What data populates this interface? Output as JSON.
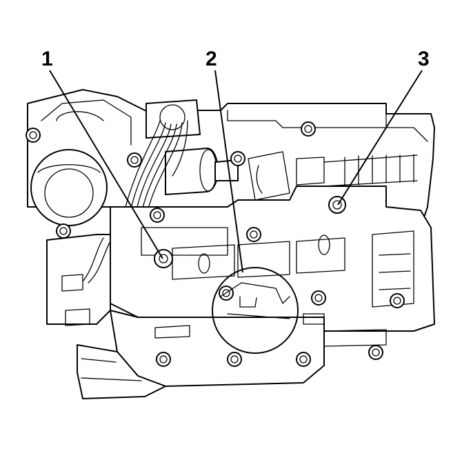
{
  "callouts": [
    {
      "label": "1",
      "part": "bolt"
    },
    {
      "label": "2",
      "part": "detail-circle"
    },
    {
      "label": "3",
      "part": "bolt"
    }
  ],
  "stroke_color": "#000000",
  "background_color": "#ffffff"
}
